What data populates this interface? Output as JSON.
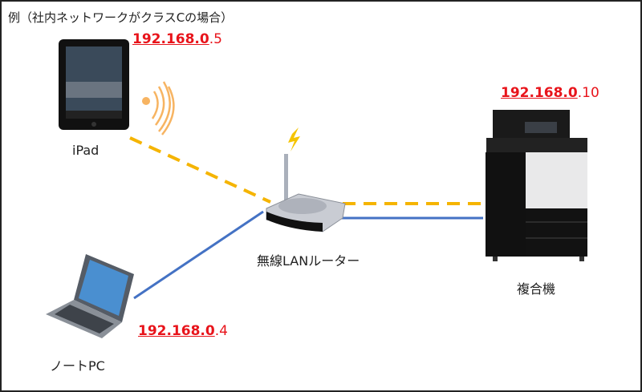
{
  "title": "例（社内ネットワークがクラスCの場合）",
  "devices": {
    "ipad": {
      "label": "iPad",
      "ip_network": "192.168.0",
      "ip_host": ".5"
    },
    "router": {
      "label": "無線LANルーター"
    },
    "printer": {
      "label": "複合機",
      "ip_network": "192.168.0",
      "ip_host": ".10"
    },
    "laptop": {
      "label": "ノートPC",
      "ip_network": "192.168.0",
      "ip_host": ".4"
    }
  },
  "colors": {
    "wireless": "#f5b400",
    "wired": "#4472c4",
    "ip": "#e8141b"
  }
}
